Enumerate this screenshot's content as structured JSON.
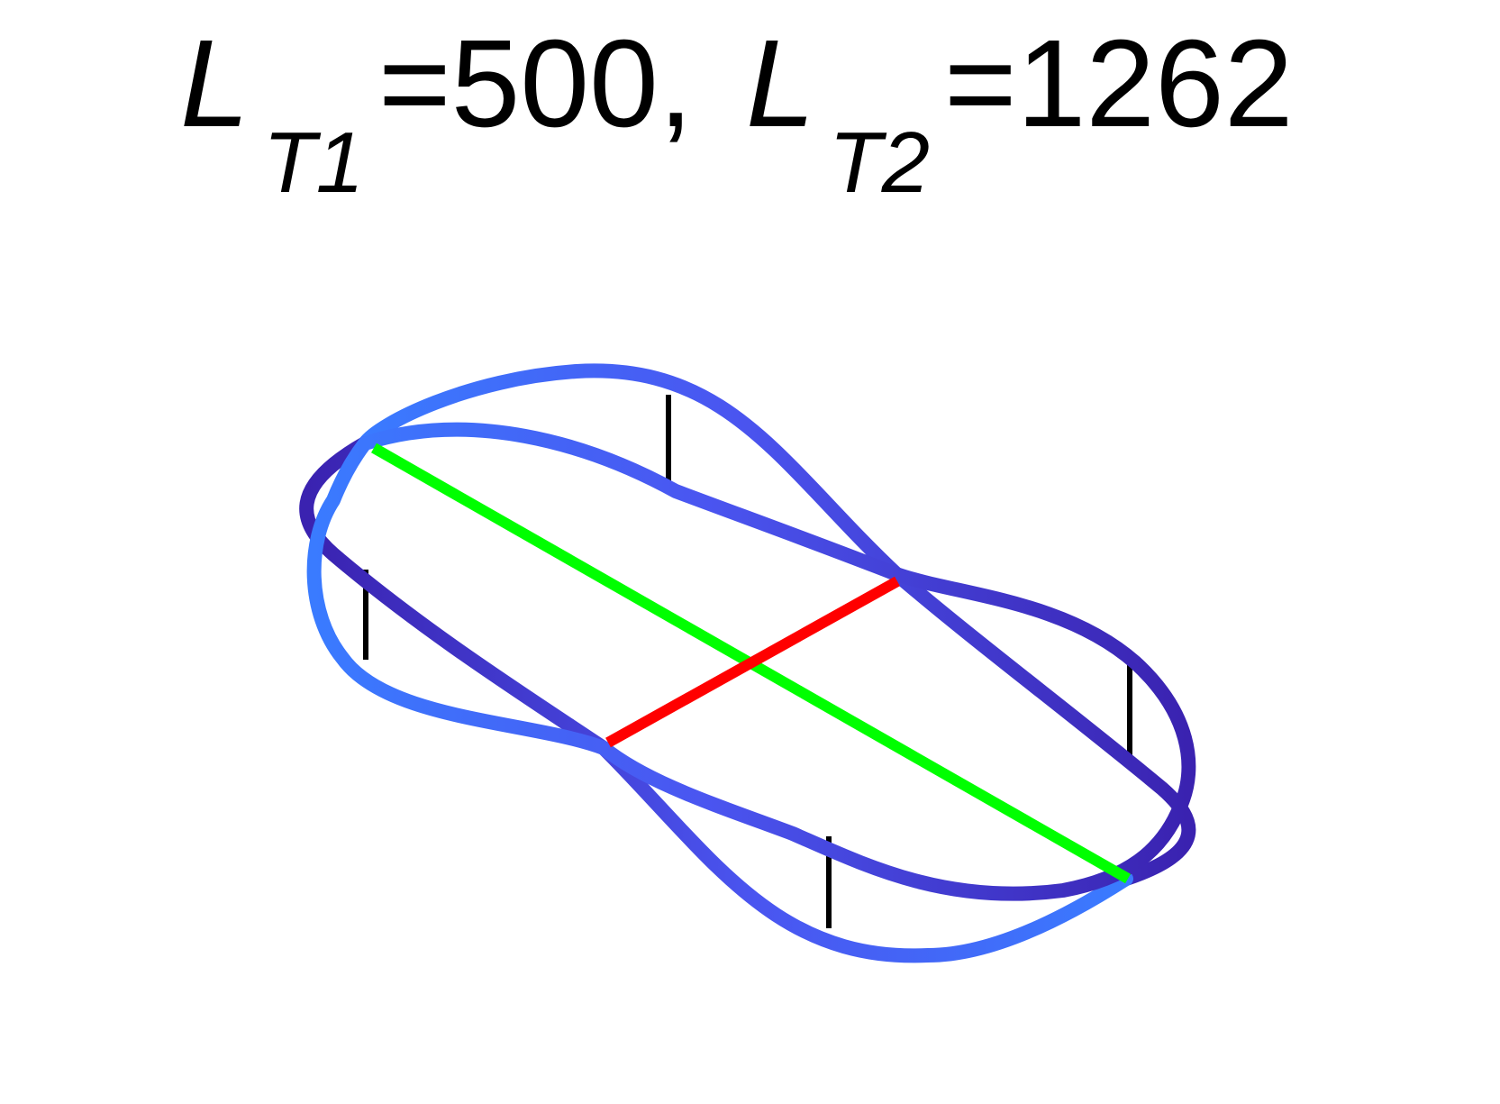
{
  "title": {
    "part1_symbol": "L",
    "part1_subscript": "T1",
    "part1_value": "=500,",
    "part2_symbol": "L",
    "part2_subscript": "T2",
    "part2_value": "=1262"
  },
  "colors": {
    "ribbon_light": "#3a7bff",
    "ribbon_mid": "#4a55f0",
    "ribbon_dark": "#3a22b0",
    "axis_long": "#00ff00",
    "axis_short": "#ff0000",
    "post": "#000000"
  },
  "legend": null
}
